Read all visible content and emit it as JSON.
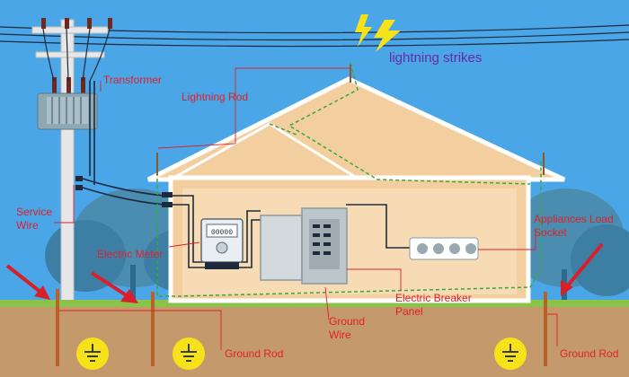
{
  "labels": {
    "lightning_strikes": "lightning strikes",
    "transformer": "Transformer",
    "lightning_rod": "Lightning Rod",
    "service_wire_1": "Service",
    "service_wire_2": "Wire",
    "electric_meter": "Electric Meter",
    "appliances_1": "Appliances Load",
    "appliances_2": "Socket",
    "breaker_1": "Electric Breaker",
    "breaker_2": "Panel",
    "ground_wire_1": "Ground",
    "ground_wire_2": "Wire",
    "ground_rod_center": "Ground Rod",
    "ground_rod_right": "Ground Rod"
  },
  "meter": {
    "reading": "00000"
  },
  "colors": {
    "sky": "#4aa6e6",
    "label_red": "#e0202a",
    "lightning_text": "#6a2aa8",
    "ground_wire": "#3aa83a",
    "bolt": "#f7e21a"
  }
}
